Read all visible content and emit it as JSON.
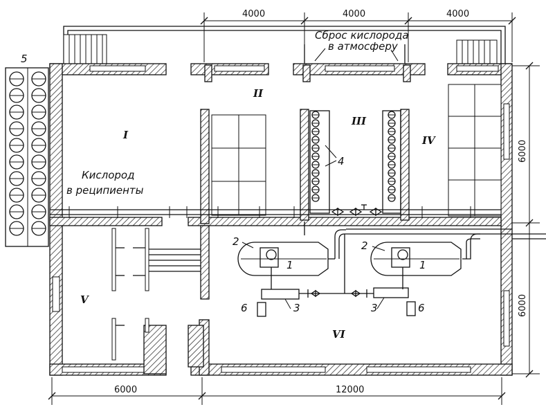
{
  "dimensions": {
    "top": [
      "4000",
      "4000",
      "4000"
    ],
    "right": [
      "6000",
      "6000"
    ],
    "bottom": [
      "6000",
      "12000"
    ]
  },
  "rooms": [
    "I",
    "II",
    "III",
    "IV",
    "V",
    "VI"
  ],
  "notes": {
    "oxygen_vent": [
      "Сброс кислорода",
      "в атмосферу"
    ],
    "oxygen_recipients": [
      "Кислород",
      "в реципиенты"
    ]
  },
  "callouts": {
    "tanks": "1",
    "tank_heads": "2",
    "evaporators": "3",
    "cylinders": "4",
    "gas_holder": "5",
    "panels": "6"
  }
}
